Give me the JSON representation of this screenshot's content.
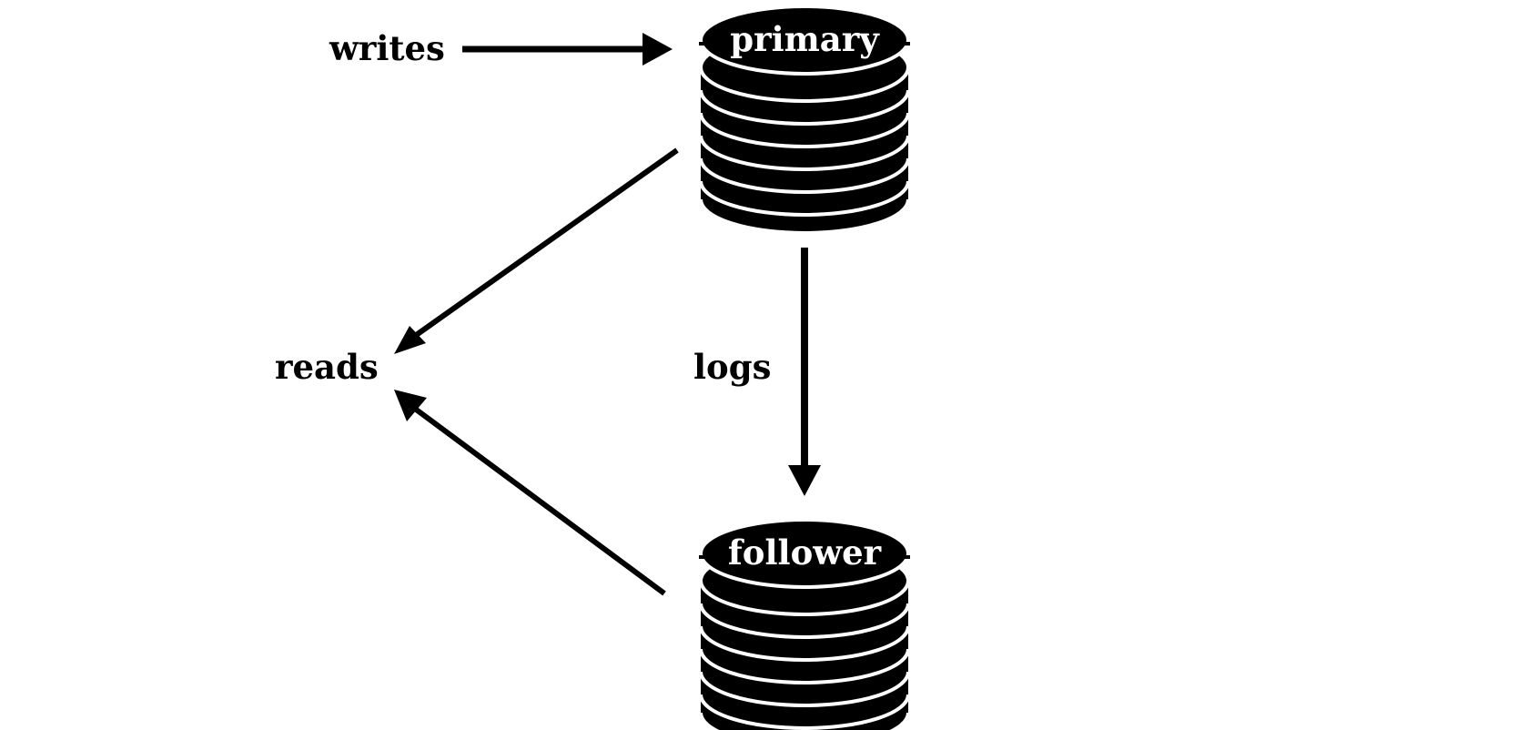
{
  "nodes": {
    "primary": {
      "label": "primary"
    },
    "follower": {
      "label": "follower"
    }
  },
  "labels": {
    "writes": "writes",
    "reads": "reads",
    "logs": "logs"
  },
  "colors": {
    "ink": "#000000",
    "paper": "#ffffff"
  }
}
